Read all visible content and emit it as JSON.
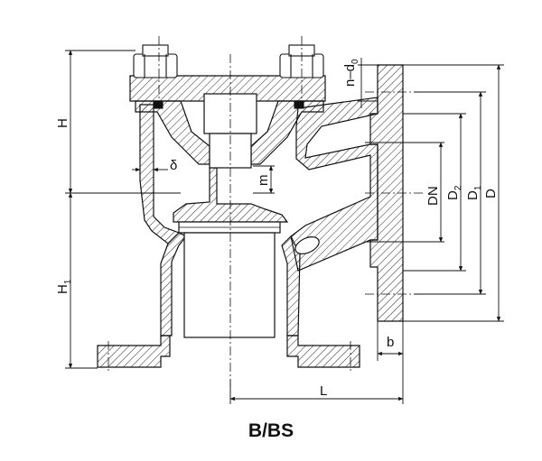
{
  "caption": "B/BS",
  "labels": {
    "n_d0": "n–d",
    "n_d0_sub": "0",
    "H": "H",
    "H1": "H",
    "H1_sub": "1",
    "delta": "δ",
    "m": "m",
    "DN": "DN",
    "D2": "D",
    "D2_sub": "2",
    "D1": "D",
    "D1_sub": "1",
    "D": "D",
    "b": "b",
    "L": "L"
  },
  "colors": {
    "line": "#111111",
    "background": "#ffffff"
  }
}
